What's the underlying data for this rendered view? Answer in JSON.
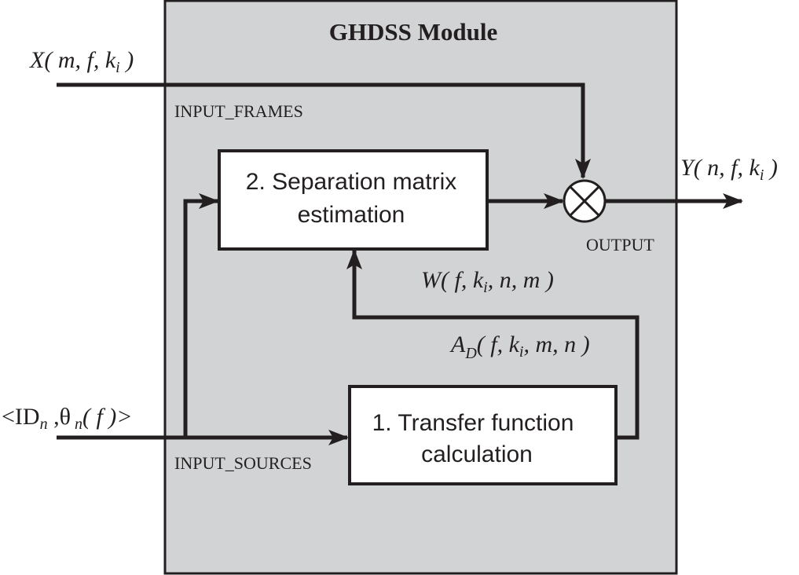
{
  "module": {
    "title": "GHDSS Module",
    "fill_color": "#d1d3d4"
  },
  "ports": {
    "input_frames": "INPUT_FRAMES",
    "input_sources": "INPUT_SOURCES",
    "output": "OUTPUT"
  },
  "blocks": {
    "separation": {
      "line1": "2. Separation matrix",
      "line2": "estimation"
    },
    "transfer": {
      "line1": "1. Transfer function",
      "line2": "calculation"
    }
  },
  "operator": {
    "symbol": "⊗",
    "name": "multiply"
  },
  "signals": {
    "x_input": {
      "base": "X",
      "args": "( m, f, k",
      "sub": "i",
      "close": " )"
    },
    "y_output": {
      "base": "Y",
      "args": "( n, f, k",
      "sub": "i",
      "close": " )"
    },
    "w_matrix": {
      "base": "W",
      "args": "( f, k",
      "sub": "i",
      "rest": ", n, m   )"
    },
    "a_transfer": {
      "base": "A",
      "sub1": "D",
      "args": "( f, k",
      "sub2": "i",
      "rest": ", m, n   )"
    },
    "source_info": {
      "open": "<ID",
      "sub1": "n",
      "comma": " ,θ",
      "sub2": " n",
      "rest": "( f )>"
    }
  }
}
